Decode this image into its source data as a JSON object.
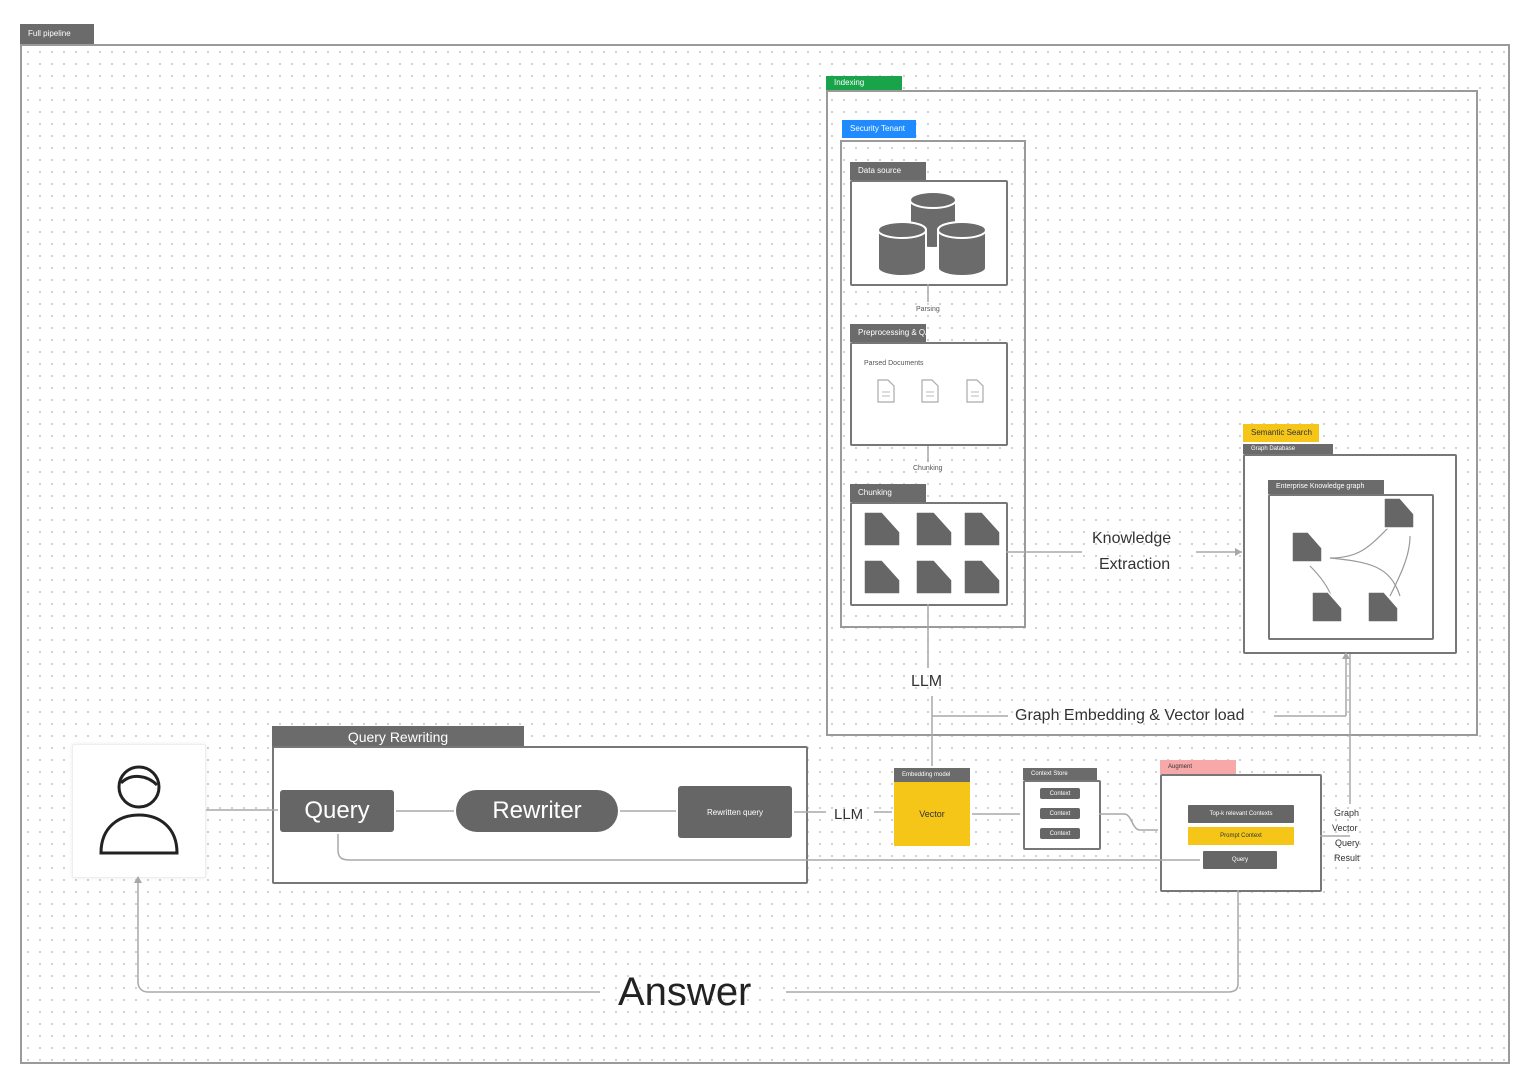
{
  "outer_frame": {
    "tab_label": "Full pipeline"
  },
  "indexing": {
    "tab_label": "Indexing",
    "inner_tab_label": "Security Tenant",
    "data_source": {
      "tab_label": "Data source"
    },
    "edge_parsing": "Parsing",
    "preprocessing": {
      "tab_label": "Preprocessing & QA",
      "caption": "Parsed Documents"
    },
    "edge_chunking": "Chunking",
    "chunking": {
      "tab_label": "Chunking"
    }
  },
  "knowledge_extraction": {
    "line1": "Knowledge",
    "line2": "Extraction"
  },
  "graph_store": {
    "tab_label": "Semantic Search",
    "subtab_label": "Graph Database",
    "inner_tab_label": "Enterprise Knowledge graph"
  },
  "llm_vertical": "LLM",
  "graph_embedding": "Graph Embedding & Vector load",
  "user": {
    "icon": "user-icon"
  },
  "query_rewriting": {
    "tab_label": "Query Rewriting",
    "query": "Query",
    "rewriter": "Rewriter",
    "rewritten": "Rewritten query"
  },
  "llm_horizontal": "LLM",
  "vector": {
    "tab_label": "Embedding model",
    "label": "Vector"
  },
  "context": {
    "tab_label": "Context Store",
    "items": [
      "Context",
      "Context",
      "Context"
    ]
  },
  "augment": {
    "tab_label": "Augment",
    "rows": [
      "Top-k relevant Contexts",
      "Prompt Context",
      "Query"
    ]
  },
  "query_result_labels": [
    "Graph",
    "Vector",
    "Query",
    "Result"
  ],
  "answer": "Answer",
  "colors": {
    "gray": "#666666",
    "green": "#19a34a",
    "blue": "#1f8bff",
    "yellow": "#f5c518",
    "pink": "#f7a8a8"
  }
}
